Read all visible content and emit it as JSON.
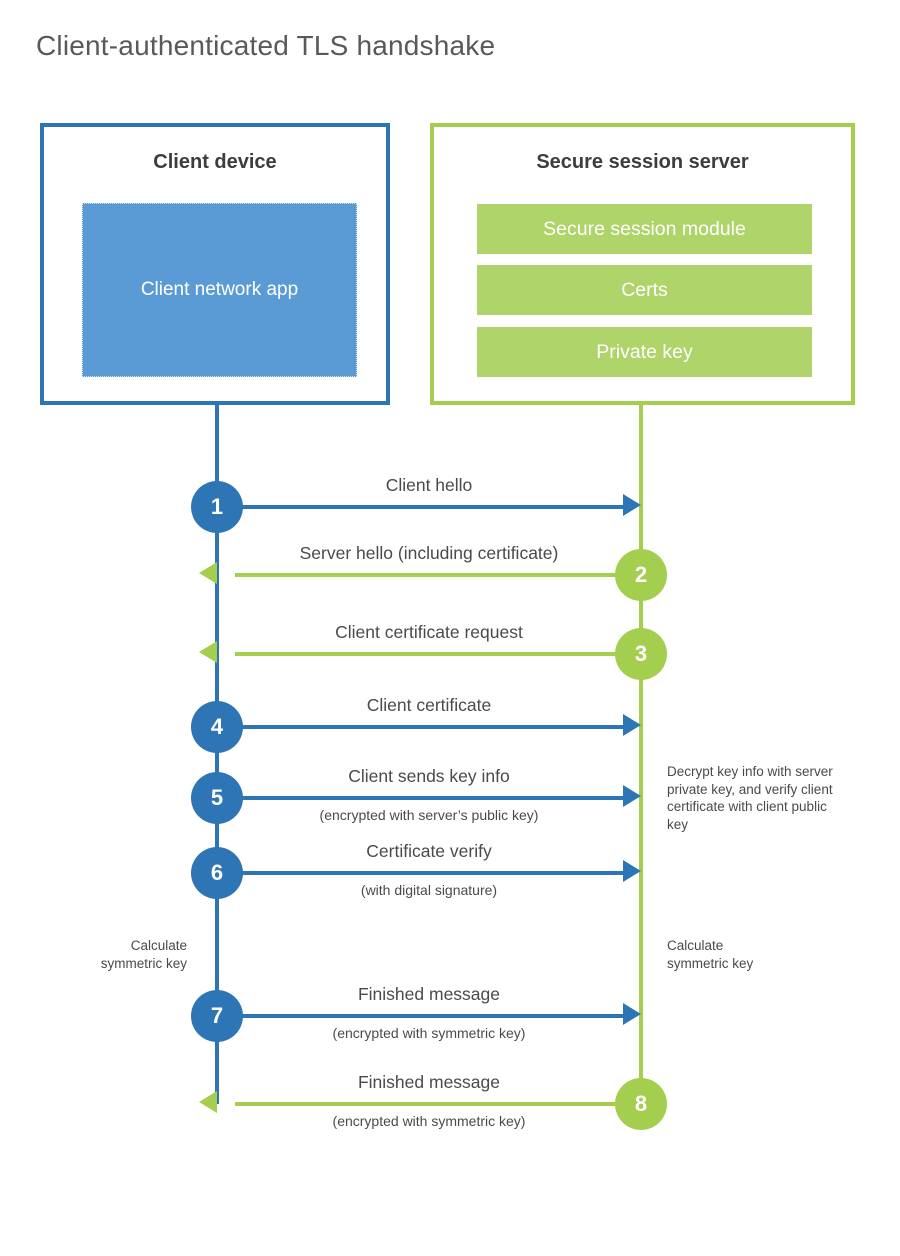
{
  "title": "Client-authenticated TLS handshake",
  "colors": {
    "client_blue": "#2E75B6",
    "client_fill_blue": "#5B9BD5",
    "server_green": "#A4CE4E",
    "server_fill_green": "#AFD469",
    "text_gray": "#4a4a4a"
  },
  "client": {
    "title": "Client device",
    "app": "Client network app"
  },
  "server": {
    "title": "Secure session server",
    "modules": [
      "Secure session module",
      "Certs",
      "Private key"
    ]
  },
  "messages": [
    {
      "number": "1",
      "label": "Client hello",
      "sublabel": "",
      "direction": "to-server"
    },
    {
      "number": "2",
      "label": "Server hello (including certificate)",
      "sublabel": "",
      "direction": "to-client"
    },
    {
      "number": "3",
      "label": "Client certificate request",
      "sublabel": "",
      "direction": "to-client"
    },
    {
      "number": "4",
      "label": "Client certificate",
      "sublabel": "",
      "direction": "to-server"
    },
    {
      "number": "5",
      "label": "Client sends key info",
      "sublabel": "(encrypted with server’s public key)",
      "direction": "to-server"
    },
    {
      "number": "6",
      "label": "Certificate verify",
      "sublabel": "(with digital signature)",
      "direction": "to-server"
    },
    {
      "number": "7",
      "label": "Finished message",
      "sublabel": "(encrypted with symmetric key)",
      "direction": "to-server"
    },
    {
      "number": "8",
      "label": "Finished message",
      "sublabel": "(encrypted with symmetric key)",
      "direction": "to-client"
    }
  ],
  "notes": {
    "decrypt": "Decrypt key info with server private key, and verify client certificate with client public key",
    "calc_client": "Calculate symmetric key",
    "calc_server": "Calculate symmetric key"
  }
}
